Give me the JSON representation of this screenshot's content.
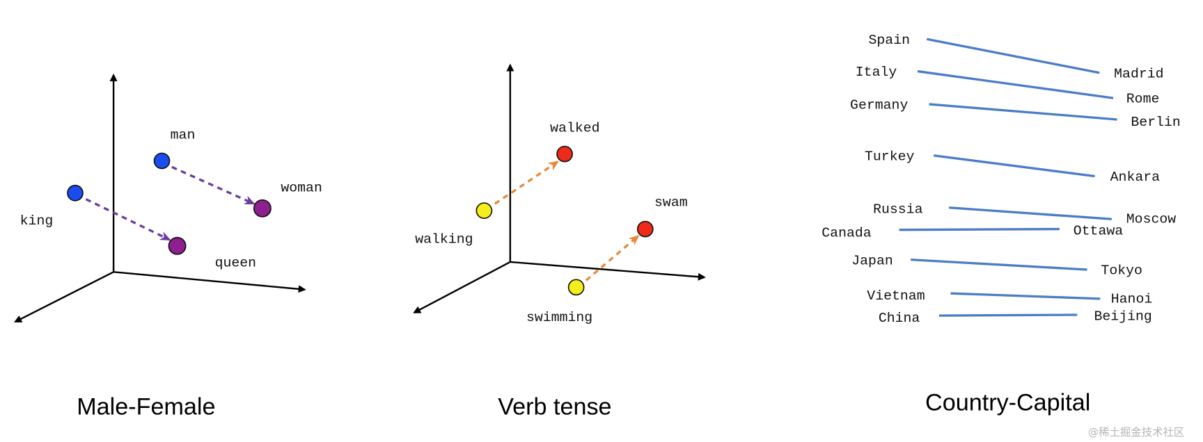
{
  "colors": {
    "blue_dot": "#1a4cf0",
    "purple_dot": "#8e1f8e",
    "yellow_dot": "#f5ee1d",
    "red_dot": "#ee2a1a",
    "purple_arrow": "#6a3d9a",
    "orange_arrow": "#e8883a",
    "line": "#4a7cc7"
  },
  "male_female": {
    "title": "Male-Female",
    "words": {
      "king": "king",
      "man": "man",
      "woman": "woman",
      "queen": "queen"
    }
  },
  "verb_tense": {
    "title": "Verb tense",
    "words": {
      "walking": "walking",
      "walked": "walked",
      "swimming": "swimming",
      "swam": "swam"
    }
  },
  "country_capital": {
    "title": "Country-Capital",
    "pairs": [
      {
        "country": "Spain",
        "capital": "Madrid"
      },
      {
        "country": "Italy",
        "capital": "Rome"
      },
      {
        "country": "Germany",
        "capital": "Berlin"
      },
      {
        "country": "Turkey",
        "capital": "Ankara"
      },
      {
        "country": "Russia",
        "capital": "Moscow"
      },
      {
        "country": "Canada",
        "capital": "Ottawa"
      },
      {
        "country": "Japan",
        "capital": "Tokyo"
      },
      {
        "country": "Vietnam",
        "capital": "Hanoi"
      },
      {
        "country": "China",
        "capital": "Beijing"
      }
    ]
  },
  "watermark": "@稀土掘金技术社区"
}
